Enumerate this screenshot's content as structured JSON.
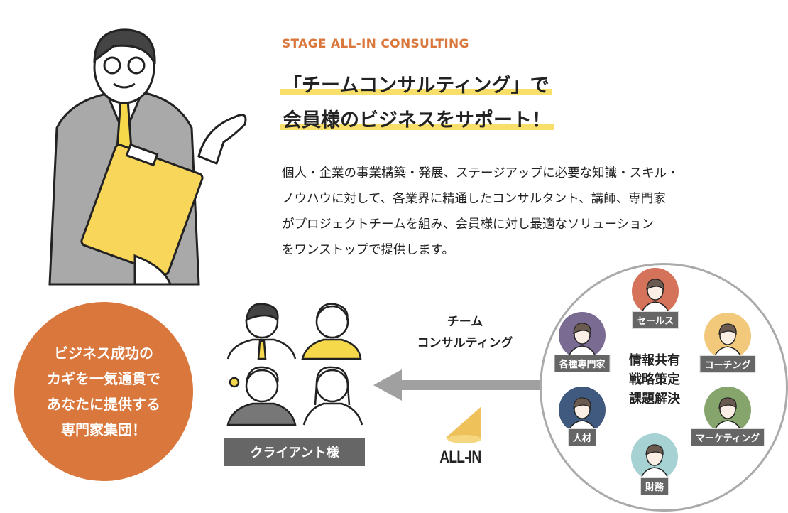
{
  "header": {
    "brand": "STAGE ALL-IN CONSULTING",
    "headline_line1": "「チームコンサルティング」で",
    "headline_line2": "会員様のビジネスをサポート！"
  },
  "description": [
    "個人・企業の事業構築・発展、ステージアップに必要な知識・スキル・",
    "ノウハウに対して、各業界に精通したコンサルタント、講師、専門家",
    "がプロジェクトチームを組み、会員様に対し最適なソリューション",
    "をワンストップで提供します。"
  ],
  "promo": {
    "lines": [
      "ビジネス成功の",
      "カギを一気通貫で",
      "あなたに提供する",
      "専門家集団！"
    ],
    "color": "#d9773c"
  },
  "clients": {
    "label": "クライアント様"
  },
  "flow": {
    "line1": "チーム",
    "line2": "コンサルティング",
    "logo": "ALL-IN"
  },
  "team": {
    "center": [
      "情報共有",
      "戦略策定",
      "課題解決"
    ],
    "members": [
      {
        "label": "セールス",
        "color": "#d4725a"
      },
      {
        "label": "各種専門家",
        "color": "#7a6b93"
      },
      {
        "label": "コーチング",
        "color": "#f2c97a"
      },
      {
        "label": "人材",
        "color": "#3f5a7e"
      },
      {
        "label": "マーケティング",
        "color": "#86a56c"
      },
      {
        "label": "財務",
        "color": "#a6d2d3"
      }
    ]
  }
}
